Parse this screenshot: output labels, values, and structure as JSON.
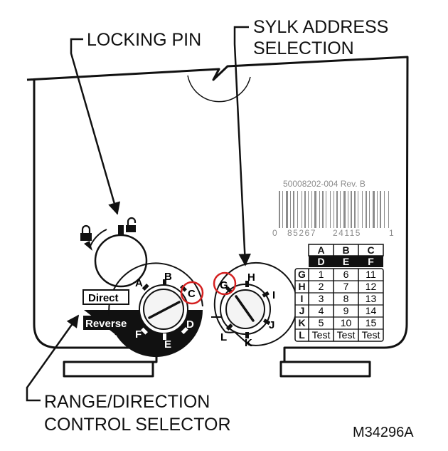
{
  "callouts": {
    "locking_pin": "LOCKING PIN",
    "sylk_line1": "SYLK ADDRESS",
    "sylk_line2": "SELECTION",
    "range_line1": "RANGE/DIRECTION",
    "range_line2": "CONTROL SELECTOR"
  },
  "part_number": "M34296A",
  "label_code": "50008202-004 Rev. B",
  "barcode_digits": {
    "left": "0",
    "middle1": "85267",
    "middle2": "24115",
    "right": "1"
  },
  "range_dial": {
    "direct_label": "Direct",
    "reverse_label": "Reverse",
    "positions": [
      "A",
      "B",
      "C",
      "D",
      "E",
      "F"
    ]
  },
  "address_dial": {
    "positions": [
      "G",
      "H",
      "I",
      "J",
      "K",
      "L"
    ]
  },
  "address_table": {
    "header_top": [
      "A",
      "B",
      "C"
    ],
    "header_bottom": [
      "D",
      "E",
      "F"
    ],
    "rows": [
      {
        "label": "G",
        "values": [
          "1",
          "6",
          "11"
        ]
      },
      {
        "label": "H",
        "values": [
          "2",
          "7",
          "12"
        ]
      },
      {
        "label": "I",
        "values": [
          "3",
          "8",
          "13"
        ]
      },
      {
        "label": "J",
        "values": [
          "4",
          "9",
          "14"
        ]
      },
      {
        "label": "K",
        "values": [
          "5",
          "10",
          "15"
        ]
      },
      {
        "label": "L",
        "values": [
          "Test",
          "Test",
          "Test"
        ]
      }
    ]
  },
  "colors": {
    "ink": "#111111",
    "highlight_circle": "#d42020",
    "label_gray": "#8c8c8c"
  }
}
